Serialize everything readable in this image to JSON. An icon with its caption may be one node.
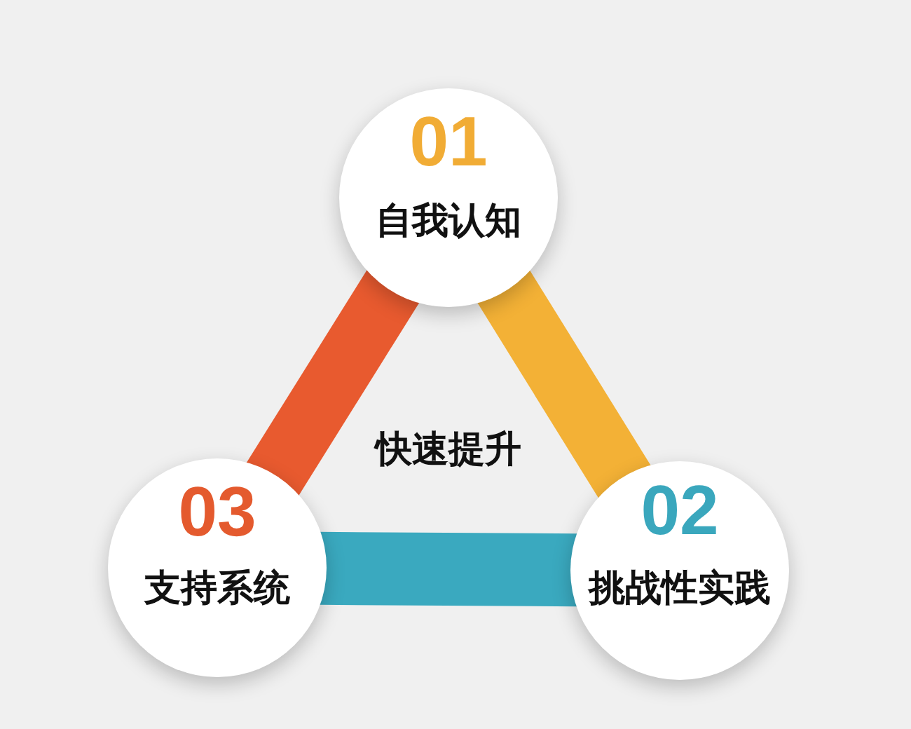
{
  "diagram": {
    "nodes": [
      {
        "text": [
          "01",
          "自我认知"
        ]
      },
      {
        "text": [
          "02",
          "挑战性实践"
        ]
      },
      {
        "text": [
          "03",
          "支持系统"
        ]
      }
    ],
    "edges": [
      {
        "from": 0,
        "to": 2,
        "arrow": "none",
        "color": "#e85a2f"
      },
      {
        "from": 0,
        "to": 1,
        "arrow": "none",
        "color": "#f3b136"
      },
      {
        "from": 2,
        "to": 1,
        "arrow": "none",
        "color": "#3aa9bf"
      }
    ],
    "labels": [
      "快速提升"
    ]
  }
}
